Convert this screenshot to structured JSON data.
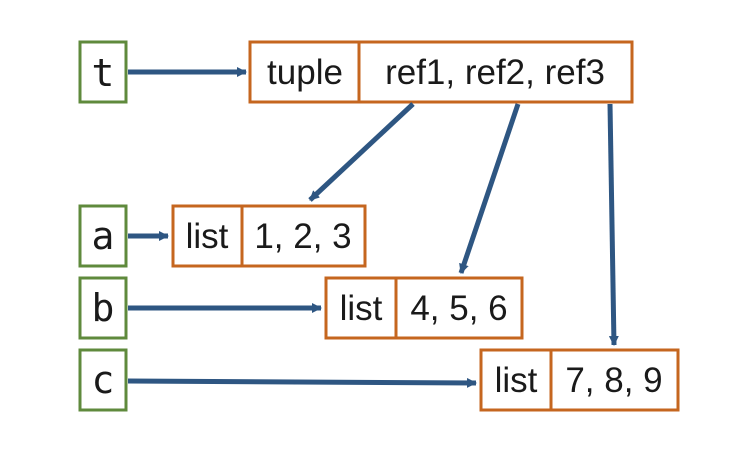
{
  "colors": {
    "variable_border": "#5f8a3c",
    "object_border": "#c5661f",
    "arrow": "#2e5682",
    "text": "#1a1a1a"
  },
  "variables": [
    {
      "id": "t",
      "label": "t"
    },
    {
      "id": "a",
      "label": "a"
    },
    {
      "id": "b",
      "label": "b"
    },
    {
      "id": "c",
      "label": "c"
    }
  ],
  "objects": [
    {
      "id": "tuple",
      "type": "tuple",
      "contents": "ref1, ref2, ref3"
    },
    {
      "id": "list_a",
      "type": "list",
      "contents": "1, 2, 3"
    },
    {
      "id": "list_b",
      "type": "list",
      "contents": "4, 5, 6"
    },
    {
      "id": "list_c",
      "type": "list",
      "contents": "7, 8, 9"
    }
  ],
  "edges": [
    {
      "from": "t",
      "to": "tuple"
    },
    {
      "from": "a",
      "to": "list_a"
    },
    {
      "from": "b",
      "to": "list_b"
    },
    {
      "from": "c",
      "to": "list_c"
    },
    {
      "from": "tuple.ref1",
      "to": "list_a"
    },
    {
      "from": "tuple.ref2",
      "to": "list_b"
    },
    {
      "from": "tuple.ref3",
      "to": "list_c"
    }
  ]
}
